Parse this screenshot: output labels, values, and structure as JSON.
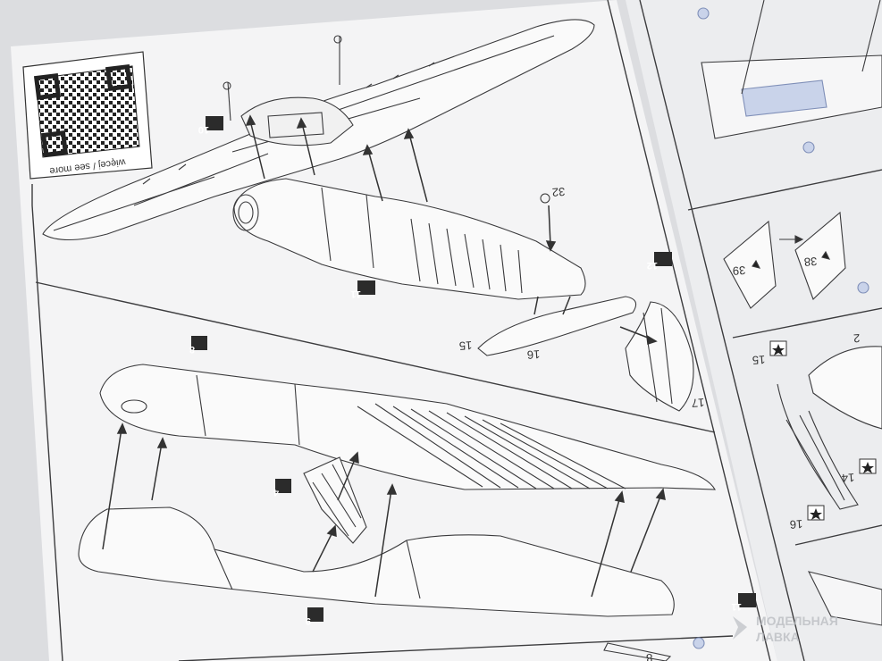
{
  "qr": {
    "caption": "więcej / see more"
  },
  "step_markers": {
    "step_10": "10",
    "step_11_top": "11",
    "step_12": "12",
    "step_8": "8",
    "step_4": "4",
    "step_9": "9",
    "step_11_bottom": "11"
  },
  "part_numbers": {
    "p32": "32",
    "p15": "15",
    "p16": "16",
    "p17": "17",
    "p39": "39",
    "p38": "38",
    "p2": "2",
    "p15b": "15",
    "p14": "14",
    "p16b": "16",
    "p8": "8"
  },
  "watermark": {
    "line1": "МОДЕЛЬНАЯ",
    "line2": "ЛАВКА"
  },
  "colors": {
    "paper": "#f4f4f5",
    "ink": "#3a3a3c",
    "marker_bg": "#2b2b2b",
    "decal_blue": "#c9d3ea"
  }
}
